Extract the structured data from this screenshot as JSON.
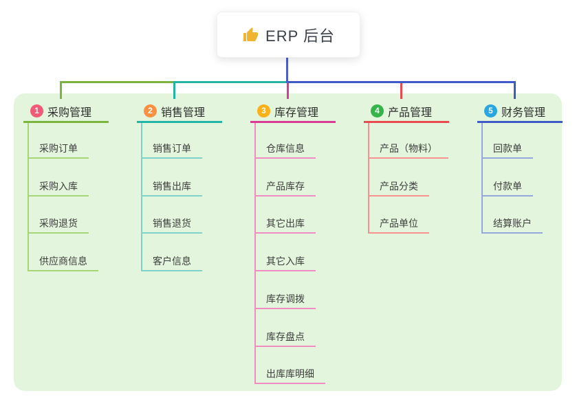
{
  "root": {
    "label": "ERP 后台",
    "icon": "thumbs-up-icon",
    "icon_color": "#f0b42e"
  },
  "branches": [
    {
      "index": "1",
      "label": "采购管理",
      "badge_color": "#f25b76",
      "line_color": "#7cb53e",
      "child_line_color": "#a6d575",
      "children": [
        "采购订单",
        "采购入库",
        "采购退货",
        "供应商信息"
      ]
    },
    {
      "index": "2",
      "label": "销售管理",
      "badge_color": "#fa9040",
      "line_color": "#23b3a7",
      "child_line_color": "#7ed2c9",
      "children": [
        "销售订单",
        "销售出库",
        "销售退货",
        "客户信息"
      ]
    },
    {
      "index": "3",
      "label": "库存管理",
      "badge_color": "#fbb117",
      "line_color": "#d93a94",
      "child_line_color": "#f08cc2",
      "children": [
        "仓库信息",
        "产品库存",
        "其它出库",
        "其它入库",
        "库存调拨",
        "库存盘点",
        "出库库明细"
      ]
    },
    {
      "index": "4",
      "label": "产品管理",
      "badge_color": "#35b44a",
      "line_color": "#e84a4d",
      "child_line_color": "#f7928e",
      "children": [
        "产品（物料）",
        "产品分类",
        "产品单位"
      ]
    },
    {
      "index": "5",
      "label": "财务管理",
      "badge_color": "#2aa6de",
      "line_color": "#3e5ac6",
      "child_line_color": "#93a7dd",
      "children": [
        "回款单",
        "付款单",
        "结算账户"
      ]
    }
  ],
  "colors": {
    "panel_bg": "#e4f5dd",
    "root_stem": "#4c5ec9"
  }
}
